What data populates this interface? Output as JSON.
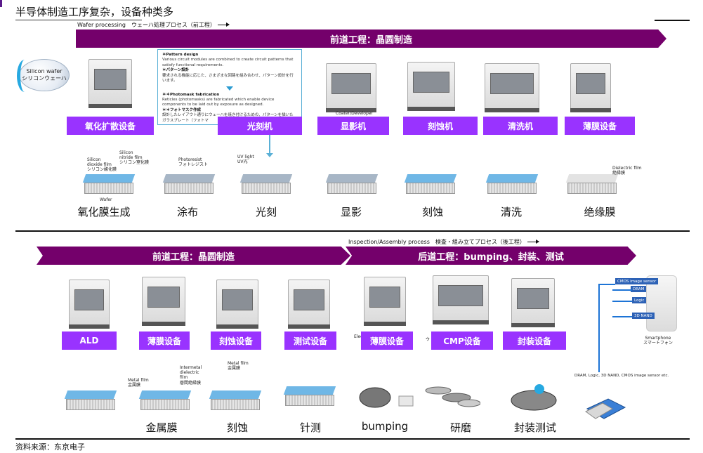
{
  "title": "半导体制造工序复杂，设备种类多",
  "caption_top": "Wafer processing　ウェーハ処理プロセス（前工程）",
  "caption_mid": "Inspection/Assembly process　検査・組み立てプロセス（後工程）",
  "band1": "前道工程：晶圆制造",
  "band2": "前道工程：晶圆制造",
  "band3": "后道工程：bumping、封装、测试",
  "wafer_label": [
    "Silicon wafer",
    "シリコンウェーハ"
  ],
  "popup": {
    "line1_b": "＊Pattern design",
    "line1": "Various circuit modules are combined to create circuit patterns that satisfy functional requirements.",
    "line2_b": "＊パターン設計",
    "line2": "要求される機能に応じた、さまざまな回路を組み合わせ、パターン設計を行います。",
    "line3_b": "＊＊Photomask fabrication",
    "line3": "Reticles (photomasks) are fabricated which enable device components to be laid out by exposure as designed.",
    "line4_b": "＊＊フォトマスク作成",
    "line4": "設計したレイアウト通りにウェーハを焼き付けるための、パターンを描いたガラスプレート（フォトマ"
  },
  "row1_labels": [
    "氧化扩散设备",
    "光刻机",
    "显影机",
    "刻蚀机",
    "清洗机",
    "薄膜设备"
  ],
  "row1_caption": "Coater/Developer",
  "row1_steps": [
    "氧化膜生成",
    "涂布",
    "光刻",
    "显影",
    "刻蚀",
    "清洗",
    "绝缘膜"
  ],
  "row1_small": {
    "silicon_dioxide": [
      "Silicon",
      "dioxide film",
      "シリコン酸化膜"
    ],
    "silicon_nitride": [
      "Silicon",
      "nitride film",
      "シリコン窒化膜"
    ],
    "wafer": "Wafer",
    "photoresist": [
      "Photoresist",
      "フォトレジスト"
    ],
    "uvlight": [
      "UV light",
      "UV光"
    ],
    "dielectric": [
      "Dielectric film",
      "絶縁膜"
    ]
  },
  "row2_labels": [
    "ALD",
    "薄膜设备",
    "刻蚀设备",
    "测试设备",
    "薄膜设备",
    "CMP设备",
    "封装设备"
  ],
  "row2_steps": [
    "金属膜",
    "刻蚀",
    "针测",
    "bumping",
    "研磨",
    "封装测试"
  ],
  "row2_small": {
    "metal": [
      "Metal film",
      "金属膜"
    ],
    "intermetal": [
      "Intermetal",
      "dielectric",
      "film",
      "層間絶縁膜"
    ],
    "metal2": [
      "Metal film",
      "金属膜"
    ],
    "elec": "Elec",
    "vu": "ウ"
  },
  "sensors": [
    "CMOS image sensor",
    "DRAM",
    "Logic",
    "3D NAND"
  ],
  "smartphone": [
    "Smartphone",
    "スマートフォン"
  ],
  "chip_caption": "DRAM, Logic, 3D NAND, CMOS image sensor etc.",
  "footer": "资料来源：东京电子"
}
